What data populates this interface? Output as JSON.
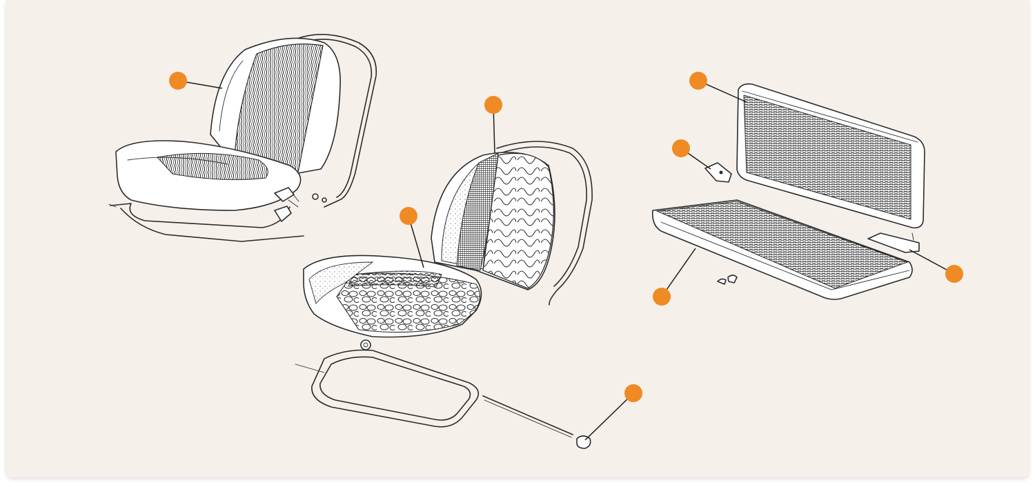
{
  "colors": {
    "background": "#f6f0ea",
    "hotspot": "#f08a24",
    "ink": "#2a2a2a",
    "leader_brown": "#7a3a10"
  },
  "hotspots": [
    {
      "part": "front-seat-backrest-cover"
    },
    {
      "part": "backrest-frame-springs"
    },
    {
      "part": "seat-cushion"
    },
    {
      "part": "seat-base-nut"
    },
    {
      "part": "rear-backrest"
    },
    {
      "part": "rear-hinge-bracket-left"
    },
    {
      "part": "rear-seat-cushion"
    },
    {
      "part": "rear-hinge-bracket-right"
    }
  ]
}
